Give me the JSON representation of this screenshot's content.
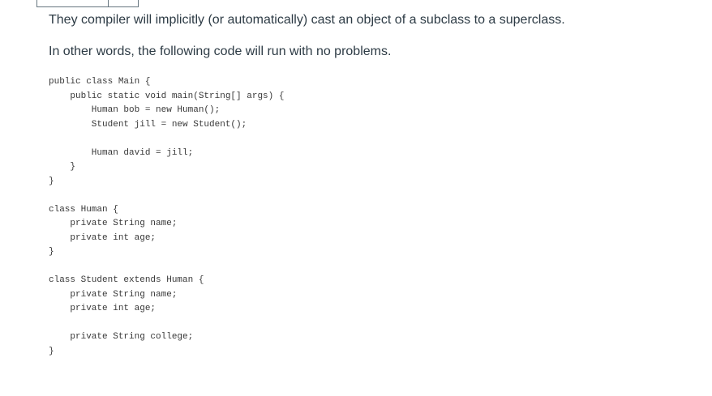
{
  "colors": {
    "page_background": "#ffffff",
    "paragraph_text": "#2d3b45",
    "code_text": "#383838",
    "fragment_border": "#66757f"
  },
  "content": {
    "paragraph_implicit_cast": "They compiler will implicitly (or automatically) cast an object of a subclass to a superclass.",
    "paragraph_intro_code": "In other words, the following code will run with no problems.",
    "code": "public class Main {\n    public static void main(String[] args) {\n        Human bob = new Human();\n        Student jill = new Student();\n\n        Human david = jill;\n    }\n}\n\nclass Human {\n    private String name;\n    private int age;\n}\n\nclass Student extends Human {\n    private String name;\n    private int age;\n\n    private String college;\n}"
  }
}
